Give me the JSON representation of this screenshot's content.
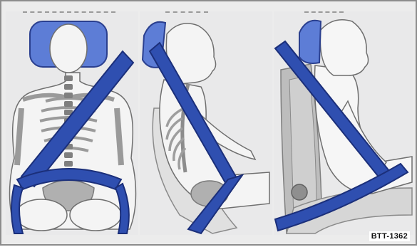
{
  "figure": {
    "reference_code": "BTT-1362",
    "colors": {
      "belt": "#2f4fb0",
      "belt_outline": "#1b2f7a",
      "headrest": "#5d7dd6",
      "body_fill": "#f4f4f4",
      "bone": "#9a9a9a",
      "seat": "#bdbdbd"
    },
    "panels": [
      {
        "view": "front-skeleton"
      },
      {
        "view": "side-skeleton"
      },
      {
        "view": "side-seated"
      }
    ]
  }
}
